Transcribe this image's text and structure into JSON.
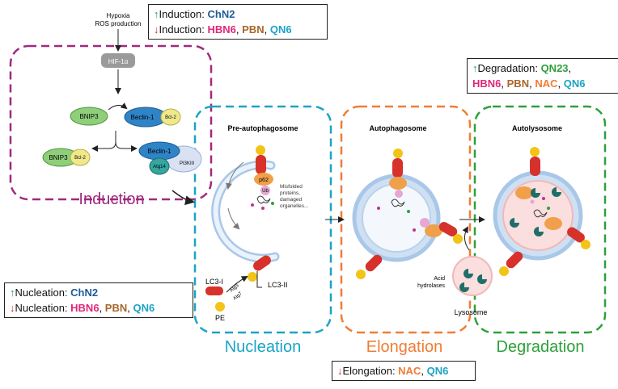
{
  "colors": {
    "induction": "#a0297f",
    "nucleation": "#1ba3c6",
    "elongation": "#ef7d35",
    "degradation": "#2ea03a",
    "ChN2": "#1f5c99",
    "HBN6": "#e0277a",
    "PBN": "#a8672b",
    "QN6": "#1ba3c6",
    "NAC": "#ef7d35",
    "QN23": "#2ea03a",
    "up": "#1a9e4b",
    "down": "#d42a2a"
  },
  "top_box": {
    "up_prefix": "Induction: ",
    "up_items": [
      "ChN2"
    ],
    "down_prefix": "Induction: ",
    "down_items": [
      "HBN6",
      "PBN",
      "QN6"
    ]
  },
  "nucleation_box": {
    "up_prefix": "Nucleation: ",
    "up_items": [
      "ChN2"
    ],
    "down_prefix": "Nucleation: ",
    "down_items": [
      "HBN6",
      "PBN",
      "QN6"
    ]
  },
  "degradation_box": {
    "up_prefix": "Degradation: ",
    "up_items": [
      "QN23",
      "HBN6",
      "PBN",
      "NAC",
      "QN6"
    ]
  },
  "elongation_box": {
    "down_prefix": "Elongation: ",
    "down_items": [
      "NAC",
      "QN6"
    ]
  },
  "arrows": {
    "up": "↑",
    "down": "↓"
  },
  "stages": {
    "induction": "Induction",
    "nucleation": "Nucleation",
    "elongation": "Elongation",
    "degradation": "Degradation"
  },
  "panels": {
    "pre_autophagosome": "Pre-autophagosome",
    "autophagosome": "Autophagosome",
    "autolysosome": "Autolysosome"
  },
  "labels": {
    "hypoxia": "Hypoxia",
    "ros": "ROS production",
    "hif": "HIF-1α",
    "bnip3": "BNIP3",
    "beclin": "Beclin-1",
    "bcl2": "Bcl-2",
    "atg14": "Atg14",
    "pi3k": "PI3KIII",
    "p62": "p62",
    "ub": "Ub",
    "misfolded_1": "Misfolded",
    "misfolded_2": "proteins,",
    "misfolded_3": "damaged",
    "misfolded_4": "organelles...",
    "lc3i": "LC3-I",
    "lc3ii": "LC3-II",
    "atg3": "Atg3",
    "atg7": "Atg7",
    "pe": "PE",
    "acid_1": "Acid",
    "acid_2": "hydrolases",
    "lysosome": "Lysosome"
  }
}
